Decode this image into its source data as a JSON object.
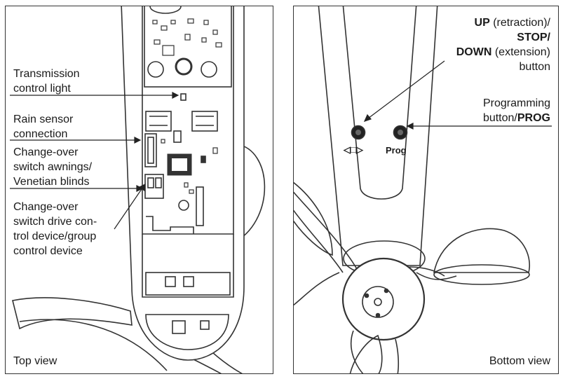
{
  "top_view": {
    "caption": "Top view",
    "labels": {
      "transmission_light": [
        "Transmission",
        "control light"
      ],
      "rain_sensor": [
        "Rain sensor",
        "connection"
      ],
      "changeover_awnings": [
        "Change-over",
        "switch awnings/",
        "Venetian blinds"
      ],
      "changeover_drive": [
        "Change-over",
        "switch drive con-",
        "trol device/group",
        "control device"
      ]
    }
  },
  "bottom_view": {
    "caption": "Bottom view",
    "updown": {
      "line1_bold": "UP",
      "line1_rest": " (retraction)/",
      "line2_bold": "STOP/",
      "line3_bold": "DOWN",
      "line3_rest": " (extension)",
      "line4": "button"
    },
    "programming": {
      "line1": "Programming",
      "line2_pre": "button/",
      "line2_bold": "PROG"
    },
    "button_labels": {
      "updown_symbol": "◁□▷",
      "prog": "Prog"
    }
  }
}
